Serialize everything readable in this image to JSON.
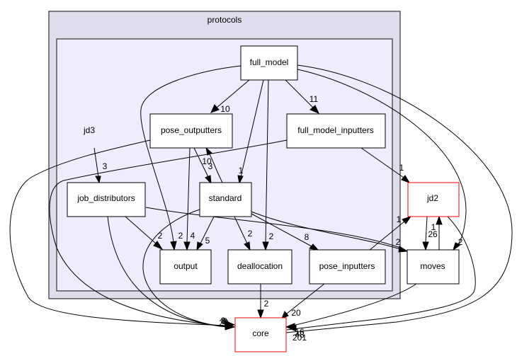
{
  "clusters": {
    "outer": {
      "label": "protocols"
    },
    "inner": {
      "label": "jd3"
    }
  },
  "nodes": {
    "full_model": {
      "label": "full_model"
    },
    "pose_outputters": {
      "label": "pose_outputters"
    },
    "full_model_inputters": {
      "label": "full_model_inputters"
    },
    "job_distributors": {
      "label": "job_distributors"
    },
    "standard": {
      "label": "standard"
    },
    "output": {
      "label": "output"
    },
    "deallocation": {
      "label": "deallocation"
    },
    "pose_inputters": {
      "label": "pose_inputters"
    },
    "jd2": {
      "label": "jd2",
      "highlight": "#ff0000"
    },
    "moves": {
      "label": "moves"
    },
    "core": {
      "label": "core",
      "highlight": "#ff0000"
    }
  },
  "edges": [
    {
      "from": "jd3",
      "to": "job_distributors",
      "label": "3"
    },
    {
      "from": "full_model",
      "to": "pose_outputters",
      "label": "10"
    },
    {
      "from": "full_model",
      "to": "full_model_inputters",
      "label": "11"
    },
    {
      "from": "full_model",
      "to": "standard",
      "label": "1"
    },
    {
      "from": "full_model",
      "to": "deallocation",
      "label": "2"
    },
    {
      "from": "full_model",
      "to": "output",
      "label": "2"
    },
    {
      "from": "full_model",
      "to": "moves",
      "label": "2"
    },
    {
      "from": "full_model",
      "to": "core",
      "label": "201"
    },
    {
      "from": "pose_outputters",
      "to": "standard",
      "label": "3"
    },
    {
      "from": "standard",
      "to": "pose_outputters",
      "label": "10"
    },
    {
      "from": "pose_outputters",
      "to": "output",
      "label": "4"
    },
    {
      "from": "pose_outputters",
      "to": "core",
      "label": "29"
    },
    {
      "from": "full_model_inputters",
      "to": "jd2",
      "label": "1"
    },
    {
      "from": "full_model_inputters",
      "to": "core",
      "label": "8"
    },
    {
      "from": "job_distributors",
      "to": "output",
      "label": "2"
    },
    {
      "from": "job_distributors",
      "to": "moves",
      "label": "2"
    },
    {
      "from": "job_distributors",
      "to": "core",
      "label": "8"
    },
    {
      "from": "standard",
      "to": "output",
      "label": "5"
    },
    {
      "from": "standard",
      "to": "deallocation",
      "label": "2"
    },
    {
      "from": "standard",
      "to": "pose_inputters",
      "label": "8"
    },
    {
      "from": "standard",
      "to": "moves",
      "label": "2"
    },
    {
      "from": "standard",
      "to": "core",
      "label": "8"
    },
    {
      "from": "deallocation",
      "to": "core",
      "label": "2"
    },
    {
      "from": "pose_inputters",
      "to": "jd2",
      "label": "1"
    },
    {
      "from": "pose_inputters",
      "to": "core",
      "label": "20"
    },
    {
      "from": "jd2",
      "to": "moves",
      "label": "26"
    },
    {
      "from": "moves",
      "to": "jd2",
      "label": "1"
    },
    {
      "from": "jd2",
      "to": "core",
      "label": "48"
    },
    {
      "from": "moves",
      "to": "core",
      "label": "16"
    }
  ]
}
